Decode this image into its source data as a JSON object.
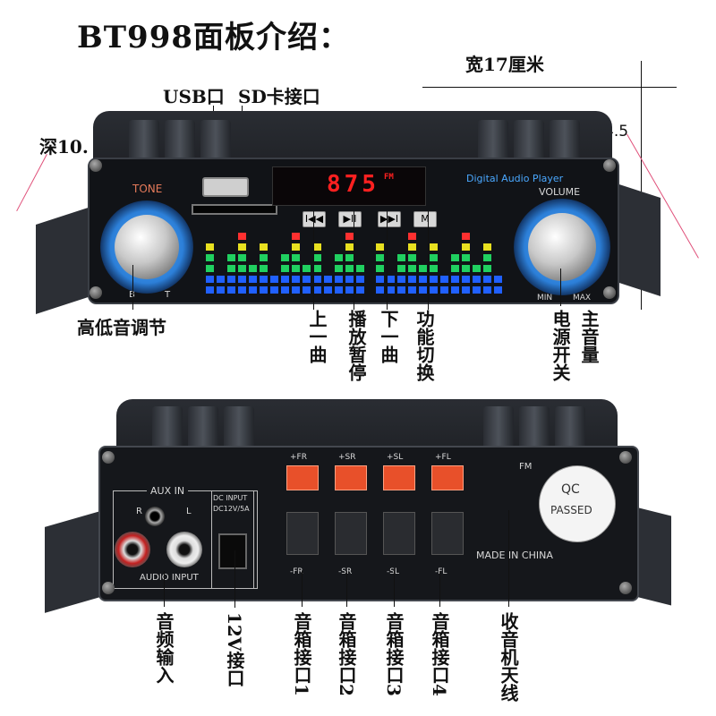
{
  "title": "BT998面板介绍：",
  "dimensions": {
    "width": "宽17厘米",
    "height": "高4.5",
    "depth": "深10."
  },
  "top_labels": {
    "usb": "USB口",
    "sd": "SD卡接口"
  },
  "front_labels": {
    "tone": "高低音调节",
    "prev": "上一曲",
    "play": "播放暂停",
    "next": "下一曲",
    "mode": "功能切换",
    "power": "电源开关",
    "volume": "主音量"
  },
  "back_labels": {
    "audio_in": "音频输入",
    "dc": "12V接口",
    "spk1": "音箱接口1",
    "spk2": "音箱接口2",
    "spk3": "音箱接口3",
    "spk4": "音箱接口4",
    "antenna": "收音机天线"
  },
  "device_front": {
    "display": "875",
    "display_suffix": "FM",
    "brand": "Digital Audio Player",
    "tone_label": "TONE",
    "volume_label": "VOLUME",
    "b": "B",
    "t": "T",
    "min": "MIN",
    "max": "MAX",
    "buttons": [
      "I◀◀",
      "▶II",
      "▶▶I",
      "M"
    ]
  },
  "device_back": {
    "aux_in": "AUX IN",
    "r": "R",
    "l": "L",
    "audio_input": "AUDIO INPUT",
    "dc_input": "DC INPUT",
    "dc_spec": "DC12V/5A",
    "speaker_top": [
      "+FR",
      "+SR",
      "+SL",
      "+FL"
    ],
    "speaker_bottom": [
      "-FR",
      "-SR",
      "-SL",
      "-FL"
    ],
    "made_in": "MADE IN CHINA",
    "qc": "QC",
    "passed": "PASSED",
    "fm": "FM"
  },
  "colors": {
    "knob_ring": "#2c7fd8",
    "led": "#ff2020",
    "speaker_terminal": "#e8502a",
    "brand_text": "#4aa8ff"
  }
}
